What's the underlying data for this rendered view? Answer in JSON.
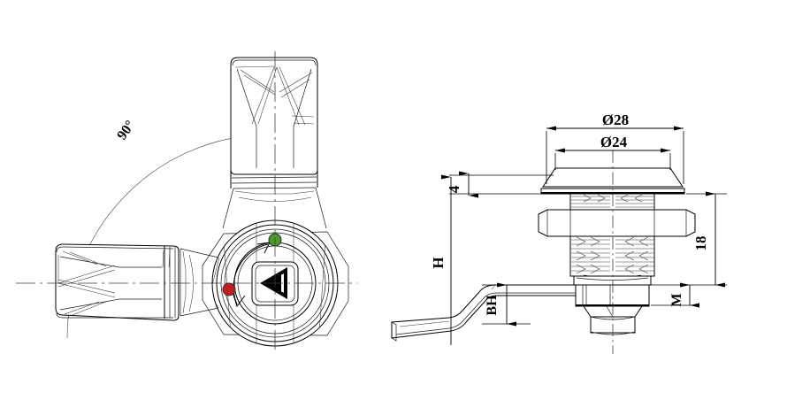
{
  "drawing": {
    "title": "Cam lock technical drawing",
    "views": [
      {
        "id": "left-view",
        "name": "front-view-with-handle-rotation"
      },
      {
        "id": "right-view",
        "name": "side-section-view-with-dimensions"
      }
    ],
    "annotations": {
      "rotation_angle": "90°",
      "dia_flange": "Ø28",
      "dia_cap": "Ø24",
      "cap_height": "4",
      "body_height": "18",
      "total_height_symbol": "H",
      "cam_offset_symbol": "BH",
      "thread_symbol": "M"
    },
    "indicators": {
      "locked_dot": {
        "label": "red-indicator-dot",
        "color": "#c01f1f"
      },
      "unlocked_dot": {
        "label": "green-indicator-dot",
        "color": "#4d9b2f"
      },
      "direction_marker": {
        "label": "triangle-direction-arrow",
        "glyph": "◀"
      },
      "rotation_arrow": {
        "label": "counter-clockwise-arrow"
      }
    },
    "colors": {
      "line": "#000000",
      "center_line": "#3c3c3c",
      "background": "#ffffff",
      "red": "#c01f1f",
      "green": "#4d9b2f"
    }
  }
}
